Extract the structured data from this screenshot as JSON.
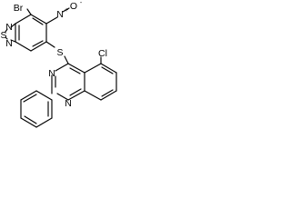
{
  "structure": {
    "labels": {
      "br": "Br",
      "nitro_n": "N",
      "nitro_plus": "+",
      "nitro_o": "O",
      "nitro_minus": "-",
      "thiadiazole_n_top": "N",
      "thiadiazole_s": "S",
      "thiadiazole_n_bottom": "N",
      "linker_s": "S",
      "cl": "Cl",
      "quinazoline_n3": "N",
      "quinazoline_n1": "N"
    }
  }
}
